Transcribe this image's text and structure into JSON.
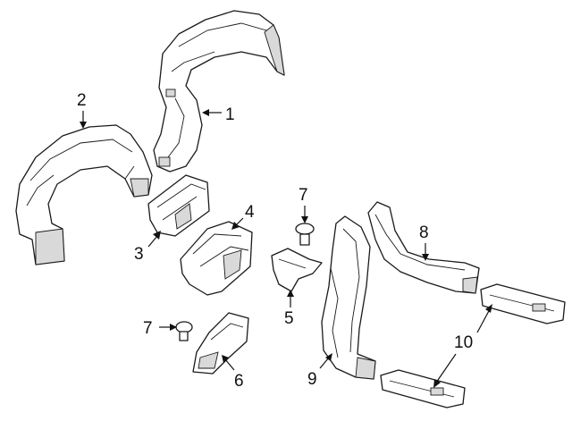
{
  "diagram": {
    "background": "#ffffff",
    "line_color": "#1a1a1a",
    "shade_color": "#d9d9d9",
    "callouts": [
      {
        "id": "c1",
        "label": "1"
      },
      {
        "id": "c2",
        "label": "2"
      },
      {
        "id": "c3",
        "label": "3"
      },
      {
        "id": "c4",
        "label": "4"
      },
      {
        "id": "c5",
        "label": "5"
      },
      {
        "id": "c6",
        "label": "6"
      },
      {
        "id": "c7a",
        "label": "7"
      },
      {
        "id": "c7b",
        "label": "7"
      },
      {
        "id": "c8",
        "label": "8"
      },
      {
        "id": "c9",
        "label": "9"
      },
      {
        "id": "c10",
        "label": "10"
      }
    ]
  }
}
